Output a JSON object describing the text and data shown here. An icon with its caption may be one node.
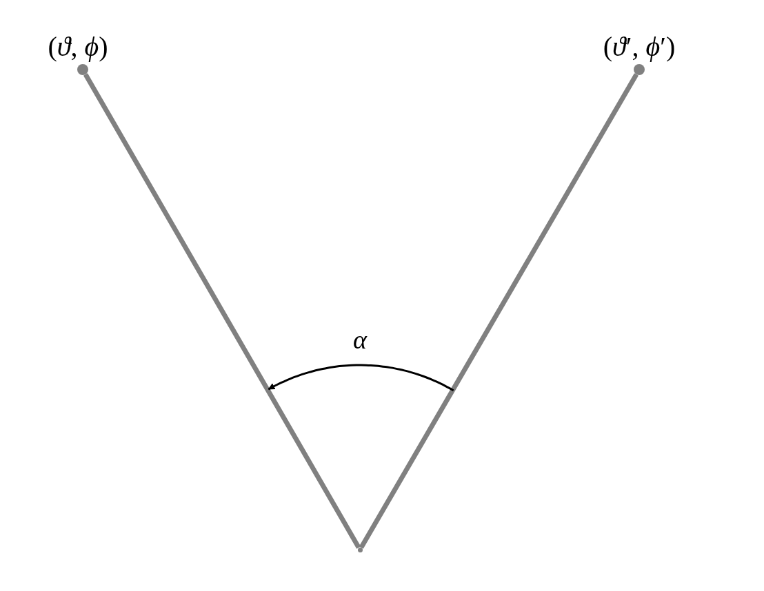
{
  "diagram": {
    "nodes": [
      {
        "text": [],
        "shape": "circle",
        "beside": [
          "(*ϑ*, *ϕ*)"
        ]
      },
      {
        "text": [],
        "shape": "circle",
        "beside": [
          "(*ϑ*′, *ϕ*′)"
        ]
      },
      {
        "text": [],
        "shape": "point"
      }
    ],
    "edges": [
      {
        "from": 2,
        "to": 0,
        "arrow": "none"
      },
      {
        "from": 2,
        "to": 1,
        "arrow": "none"
      }
    ],
    "labels": [
      "*α*"
    ]
  }
}
